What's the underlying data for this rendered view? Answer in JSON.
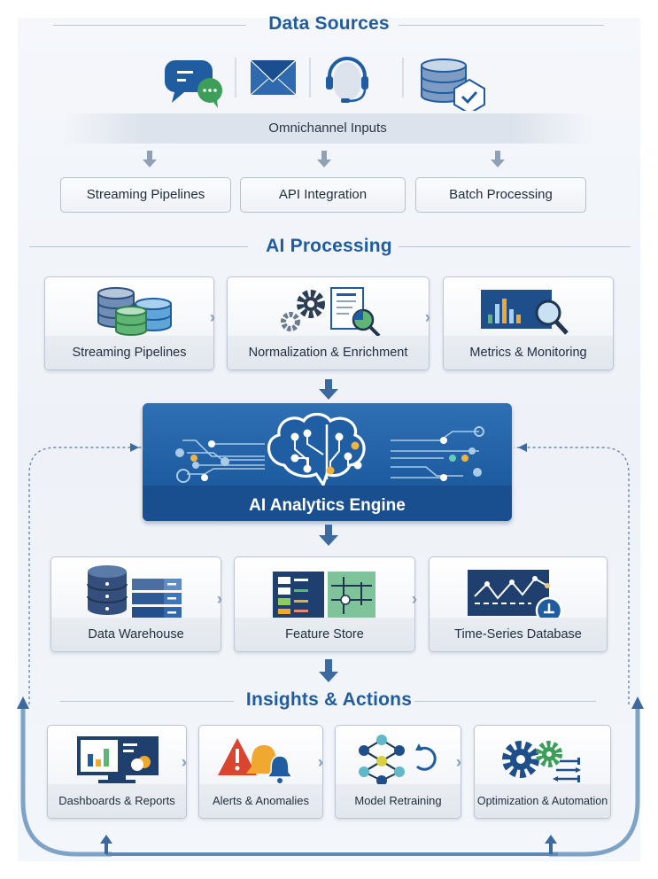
{
  "sections": {
    "data_sources": "Data Sources",
    "ai_processing": "AI Processing",
    "insights_actions": "Insights & Actions"
  },
  "source_icons": [
    "chat-bubbles-icon",
    "envelope-icon",
    "headset-icon",
    "database-shield-icon"
  ],
  "omnichannel_label": "Omnichannel Inputs",
  "ingestion": [
    "Streaming Pipelines",
    "API Integration",
    "Batch Processing"
  ],
  "processing": [
    {
      "label": "Streaming Pipelines",
      "icon": "database-stack-icon"
    },
    {
      "label": "Normalization & Enrichment",
      "icon": "gears-document-icon"
    },
    {
      "label": "Metrics & Monitoring",
      "icon": "chart-magnifier-icon"
    }
  ],
  "engine": {
    "label": "AI Analytics Engine",
    "icon": "brain-circuit-icon"
  },
  "storage": [
    {
      "label": "Data Warehouse",
      "icon": "warehouse-icon"
    },
    {
      "label": "Feature Store",
      "icon": "feature-store-icon"
    },
    {
      "label": "Time-Series Database",
      "icon": "time-series-icon"
    }
  ],
  "actions": [
    {
      "label": "Dashboards & Reports",
      "icon": "monitor-dashboard-icon"
    },
    {
      "label": "Alerts & Anomalies",
      "icon": "alert-bell-icon"
    },
    {
      "label": "Model Retraining",
      "icon": "neural-network-icon"
    },
    {
      "label": "Optimization & Automation",
      "icon": "gears-sliders-icon"
    }
  ],
  "colors": {
    "primary": "#1f5da0",
    "dark": "#1a4f8f",
    "green": "#3d9e5a",
    "orange": "#f0a830",
    "red": "#d9452f"
  }
}
